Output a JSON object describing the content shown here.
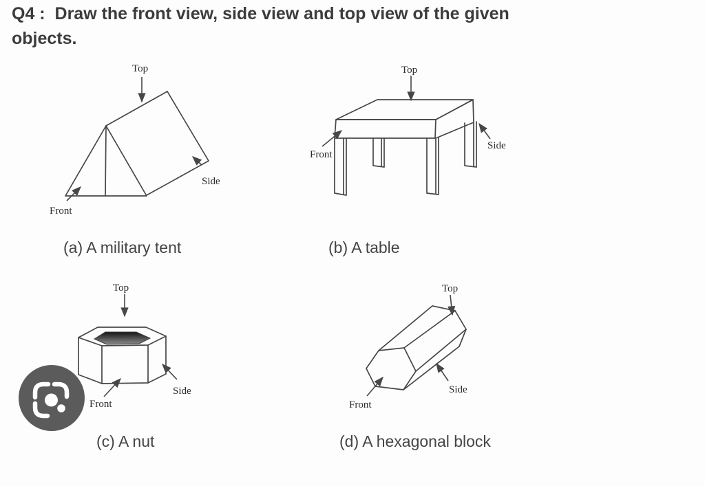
{
  "header": {
    "lines": [
      "Q4 :  Draw the front view, side view and top view of the given",
      "objects."
    ]
  },
  "figures": {
    "a": {
      "caption": "(a) A military tent",
      "labels": {
        "top": "Top",
        "front": "Front",
        "side": "Side"
      }
    },
    "b": {
      "caption": "(b) A table",
      "labels": {
        "top": "Top",
        "front": "Front",
        "side": "Side"
      }
    },
    "c": {
      "caption": "(c) A nut",
      "labels": {
        "top": "Top",
        "front": "Front",
        "side": "Side"
      }
    },
    "d": {
      "caption": "(d) A hexagonal block",
      "labels": {
        "top": "Top",
        "front": "Front",
        "side": "Side"
      }
    }
  },
  "lens_button": {
    "icon": "google-lens-icon"
  },
  "colors": {
    "background": "#fdfdfd",
    "ink": "#474747",
    "label_text": "#2b2b2b",
    "heading_text": "#3c3c3c",
    "caption_text": "#454545",
    "lens_background": "#5b5b5b",
    "lens_glyph": "#ffffff",
    "nut_hole_top": "#141414",
    "nut_hole_bottom": "#8d8d8d"
  }
}
